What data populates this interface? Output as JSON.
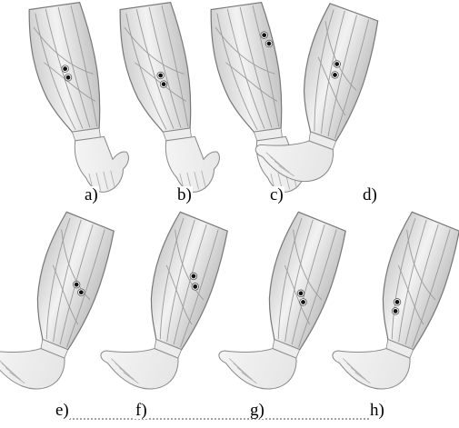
{
  "panels": [
    {
      "label": "a)",
      "dots": 2
    },
    {
      "label": "b)",
      "dots": 2
    },
    {
      "label": "c)",
      "dots": 2
    },
    {
      "label": "d)",
      "dots": 2
    },
    {
      "label": "e)",
      "dots": 2
    },
    {
      "label": "f)",
      "dots": 2
    },
    {
      "label": "g)",
      "dots": 2
    },
    {
      "label": "h)",
      "dots": 2
    }
  ]
}
